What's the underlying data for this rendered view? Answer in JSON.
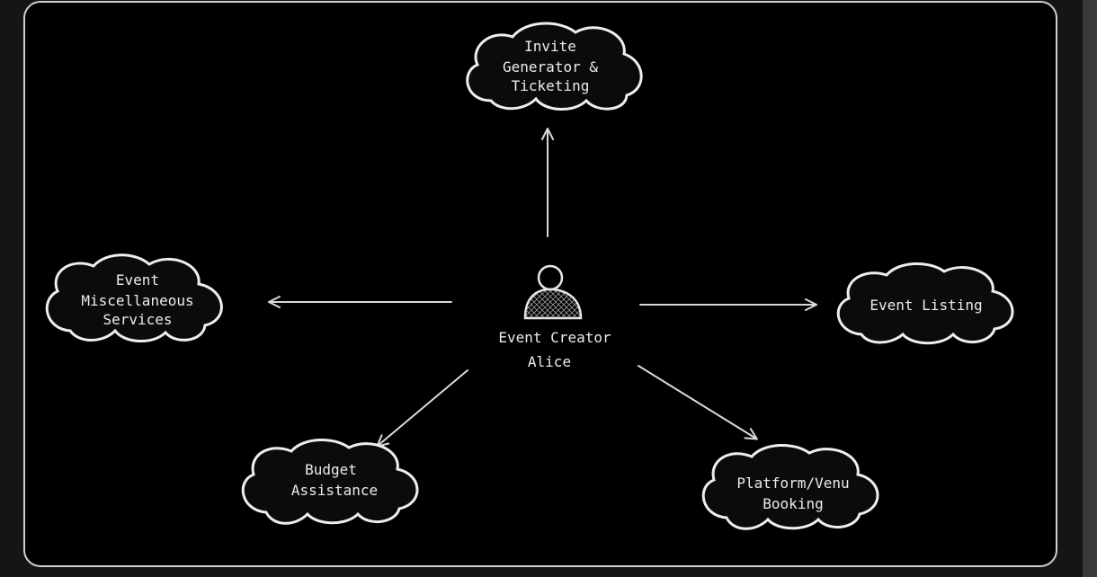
{
  "diagram": {
    "actor": {
      "line1": "Event Creator",
      "line2": "Alice"
    },
    "nodes": {
      "invite": [
        "Invite",
        "Generator &",
        "Ticketing"
      ],
      "misc": [
        "Event",
        "Miscellaneous",
        "Services"
      ],
      "listing": [
        "Event Listing"
      ],
      "budget": [
        "Budget",
        "Assistance"
      ],
      "platform": [
        "Platform/Venu",
        "Booking"
      ]
    }
  }
}
